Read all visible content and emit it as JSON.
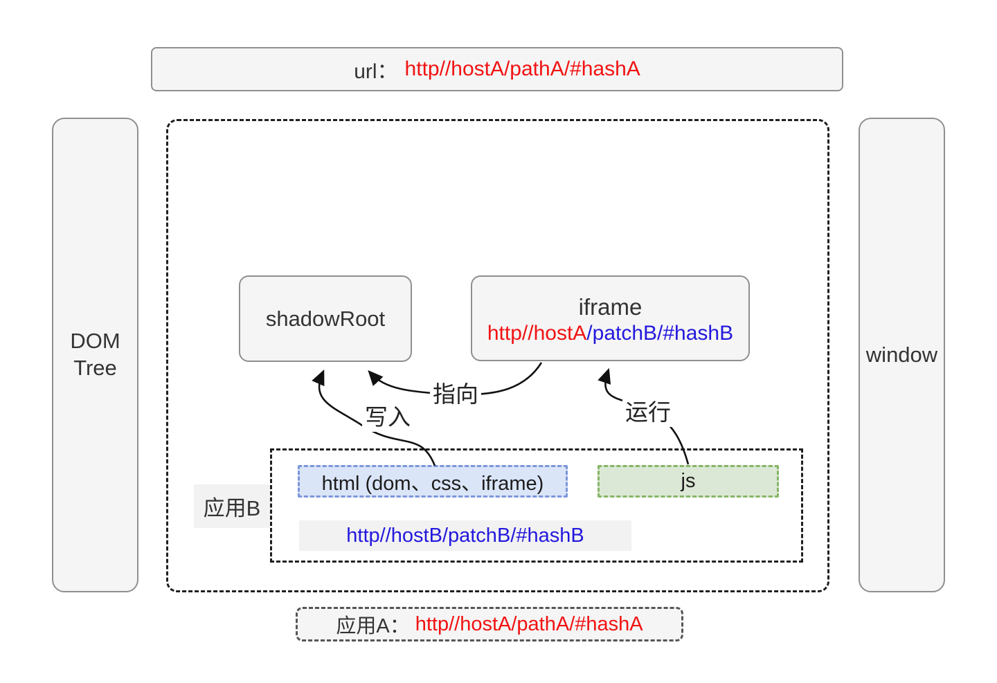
{
  "colors": {
    "red_url": "#f21212",
    "blue_url": "#2318dd",
    "box_background": "#f5f5f5",
    "box_border": "#8f8f8f",
    "dashed_border": "#1f1f1f",
    "html_box_bg": "#dbe5f8",
    "html_box_border": "#7b96da",
    "js_box_bg": "#dce8d6",
    "js_box_border": "#85b566"
  },
  "url_bar": {
    "prefix": "url：",
    "value": "http//hostA/pathA/#hashA"
  },
  "dom_tree": {
    "label": "DOM Tree"
  },
  "window_box": {
    "label": "window"
  },
  "shadow_root": {
    "label": "shadowRoot"
  },
  "iframe_box": {
    "title": "iframe",
    "url_host": "http//hostA",
    "url_rest": "/patchB/#hashB"
  },
  "arrows": {
    "point_to_label": "指向",
    "write_label": "写入",
    "run_label": "运行"
  },
  "app_b": {
    "label": "应用B",
    "html_label": "html (dom、css、iframe)",
    "js_label": "js",
    "url": "http//hostB/patchB/#hashB"
  },
  "app_a": {
    "prefix": "应用A：",
    "url": "http//hostA/pathA/#hashA"
  }
}
